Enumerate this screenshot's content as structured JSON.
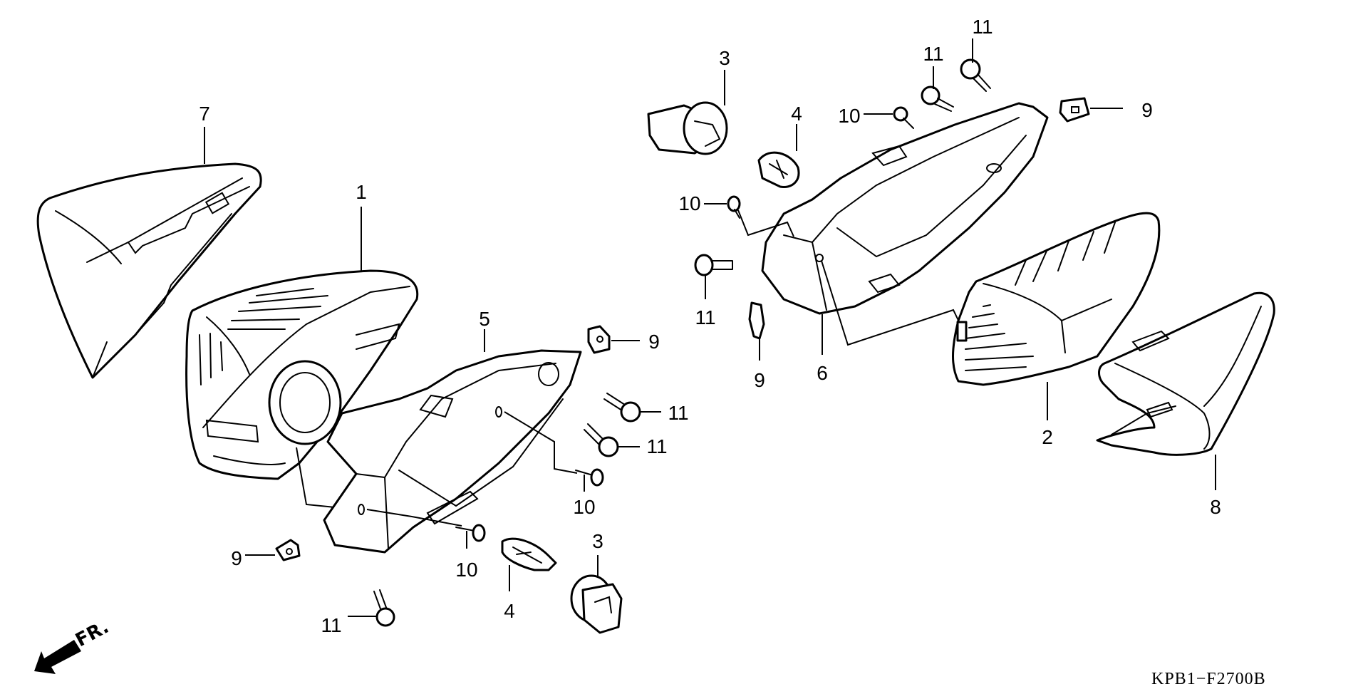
{
  "diagram": {
    "title_code": "KPB1−F2700B",
    "direction_label": "FR.",
    "callouts": [
      {
        "id": "c7",
        "label": "7",
        "part": "rear-cover-left"
      },
      {
        "id": "c1",
        "label": "1",
        "part": "lens-left"
      },
      {
        "id": "c5",
        "label": "5",
        "part": "housing-left"
      },
      {
        "id": "c9a",
        "label": "9",
        "part": "clip"
      },
      {
        "id": "c11a",
        "label": "11",
        "part": "screw"
      },
      {
        "id": "c11b",
        "label": "11",
        "part": "screw"
      },
      {
        "id": "c10a",
        "label": "10",
        "part": "tapping-screw"
      },
      {
        "id": "c9b",
        "label": "9",
        "part": "clip"
      },
      {
        "id": "c10b",
        "label": "10",
        "part": "tapping-screw"
      },
      {
        "id": "c4a",
        "label": "4",
        "part": "bulb"
      },
      {
        "id": "c3a",
        "label": "3",
        "part": "socket"
      },
      {
        "id": "c11c",
        "label": "11",
        "part": "screw"
      },
      {
        "id": "c3b",
        "label": "3",
        "part": "socket"
      },
      {
        "id": "c4b",
        "label": "4",
        "part": "bulb"
      },
      {
        "id": "c10c",
        "label": "10",
        "part": "tapping-screw"
      },
      {
        "id": "c11d",
        "label": "11",
        "part": "screw"
      },
      {
        "id": "c11e",
        "label": "11",
        "part": "screw"
      },
      {
        "id": "c9c",
        "label": "9",
        "part": "clip"
      },
      {
        "id": "c10d",
        "label": "10",
        "part": "tapping-screw"
      },
      {
        "id": "c11f",
        "label": "11",
        "part": "screw"
      },
      {
        "id": "c9d",
        "label": "9",
        "part": "clip"
      },
      {
        "id": "c6",
        "label": "6",
        "part": "housing-right"
      },
      {
        "id": "c2",
        "label": "2",
        "part": "lens-right"
      },
      {
        "id": "c8",
        "label": "8",
        "part": "rear-cover-right"
      }
    ]
  }
}
